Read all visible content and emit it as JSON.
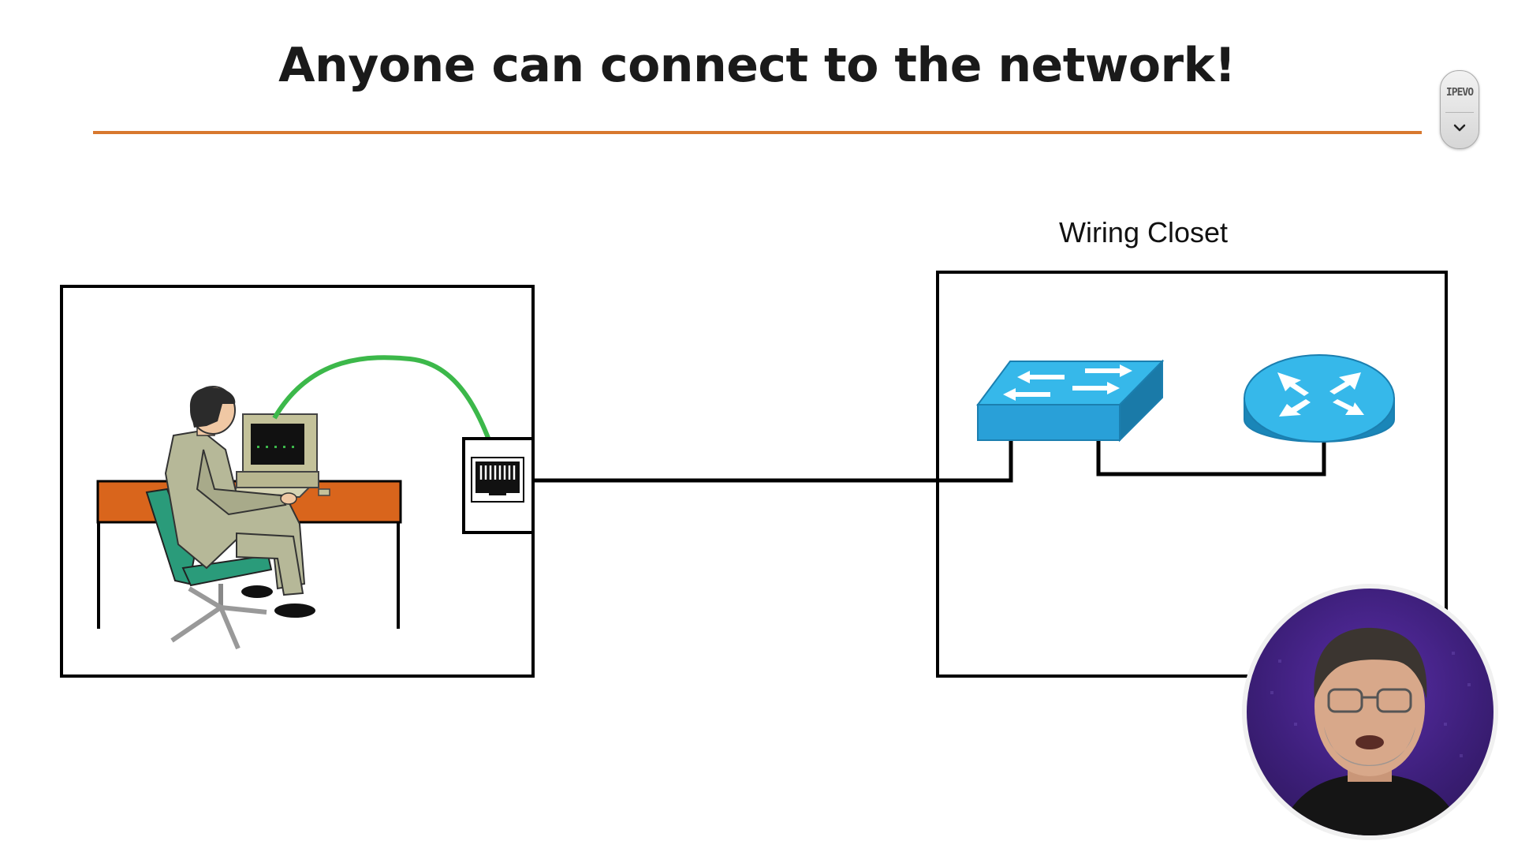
{
  "slide": {
    "title": "Anyone can connect to the network!",
    "accent_color": "#d8782e"
  },
  "diagram": {
    "closet_label": "Wiring Closet",
    "patch_cable_color": "#3cb84a",
    "device_color": "#29a9e0",
    "icons": [
      "person-at-computer-icon",
      "wall-jack-icon",
      "switch-icon",
      "router-icon"
    ]
  },
  "overlay": {
    "ipevo_label": "IPEVO",
    "ipevo_icon": "chevron-down-icon"
  },
  "webcam": {
    "icon": "presenter-avatar"
  }
}
